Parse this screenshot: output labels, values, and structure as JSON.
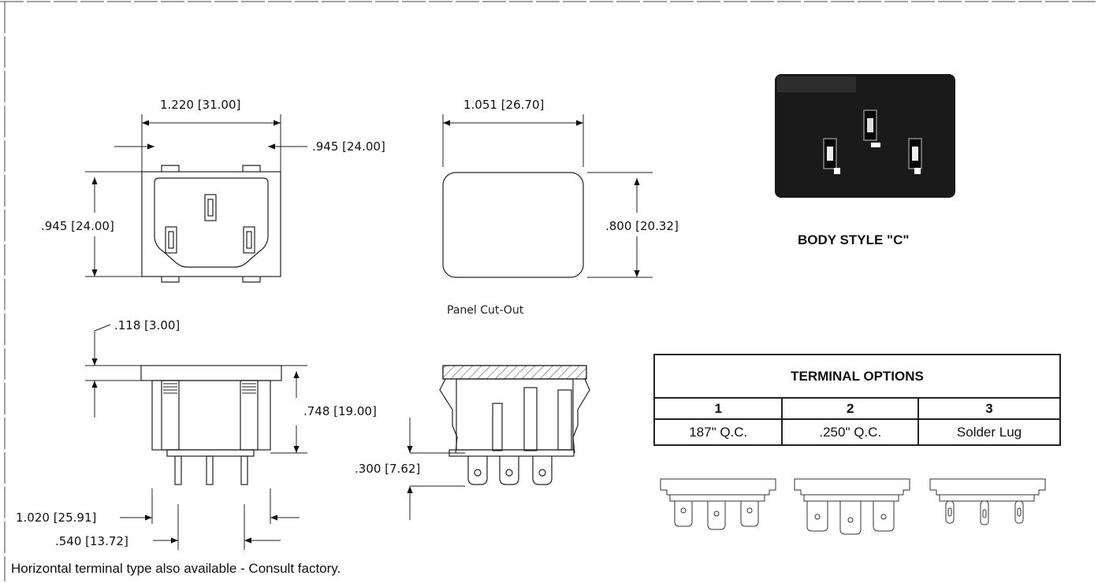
{
  "dimensions": {
    "front_width": "1.220 [31.00]",
    "front_inner_width": ".945 [24.00]",
    "front_height": ".945 [24.00]",
    "cutout_width": "1.051 [26.70]",
    "cutout_height": ".800 [20.32]",
    "flange_thickness": ".118 [3.00]",
    "body_depth": ".748 [19.00]",
    "terminal_length": ".300 [7.62]",
    "terminal_span_outer": "1.020 [25.91]",
    "terminal_span_inner": ".540 [13.72]"
  },
  "labels": {
    "panel_cutout": "Panel Cut-Out",
    "body_style": "BODY STYLE \"C\""
  },
  "terminal_options": {
    "title": "TERMINAL OPTIONS",
    "options": [
      {
        "number": "1",
        "label": "187\" Q.C."
      },
      {
        "number": "2",
        "label": ".250\" Q.C."
      },
      {
        "number": "3",
        "label": "Solder Lug"
      }
    ]
  },
  "footnote": "Horizontal terminal type also available  - Consult factory.",
  "icons": [
    "photo-image",
    "dimension-arrow"
  ],
  "colors": {
    "ink": "#111111",
    "photo_bg": "#1a1a1a"
  }
}
